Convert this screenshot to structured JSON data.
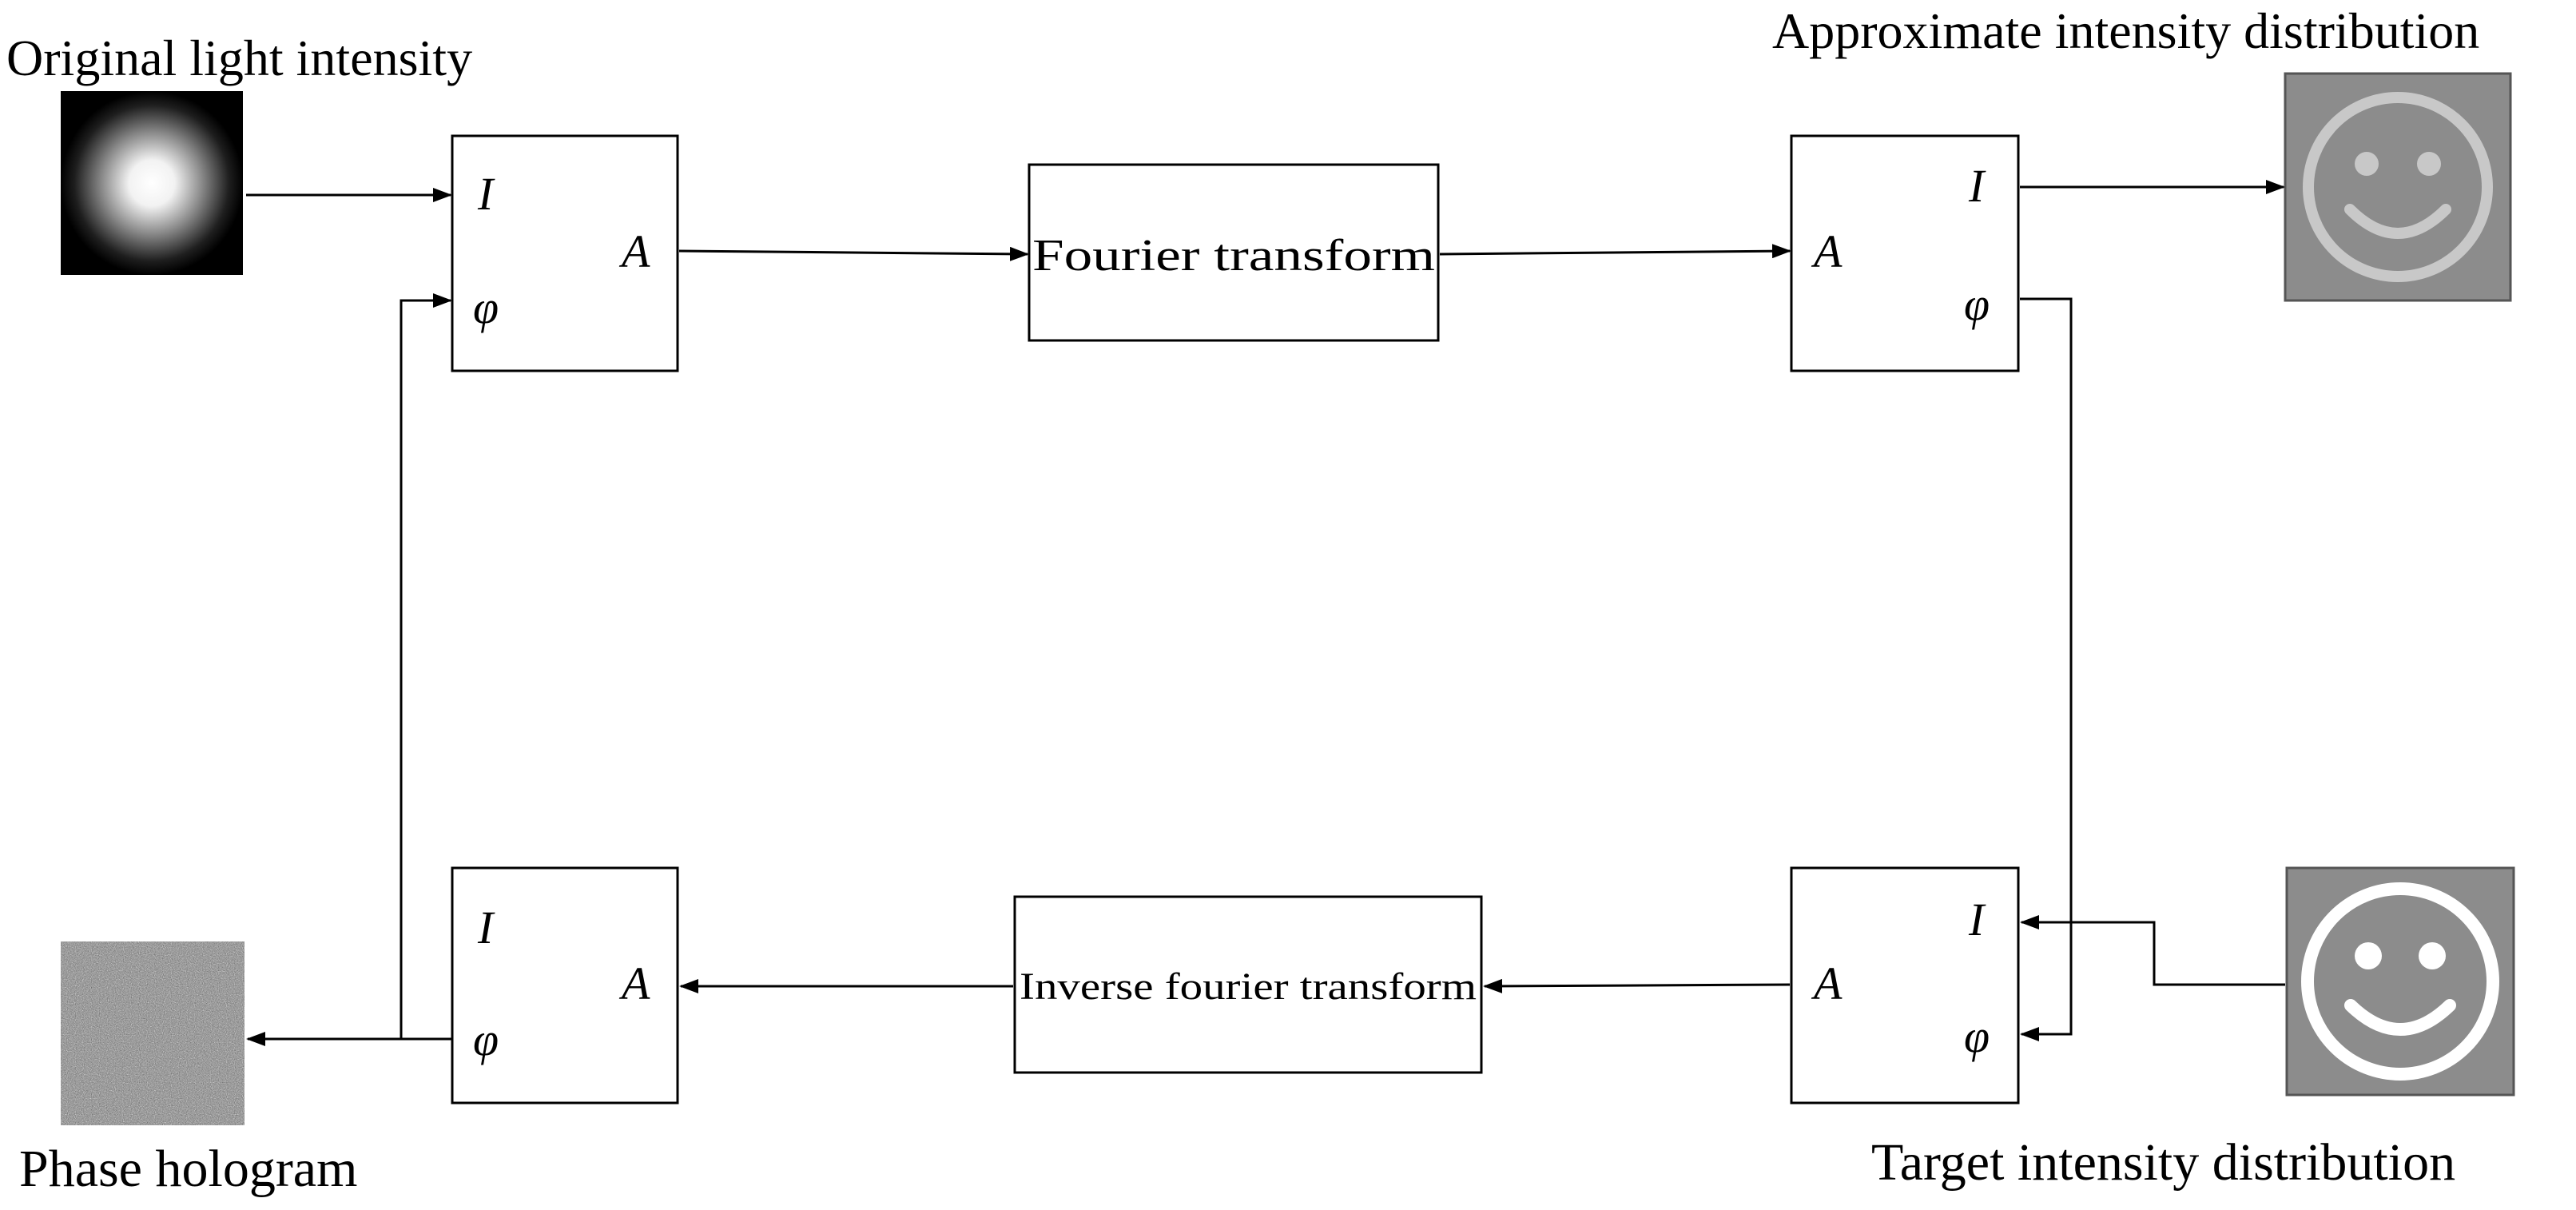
{
  "labels": {
    "original_light": "Original light intensity",
    "approximate": "Approximate intensity distribution",
    "phase_hologram": "Phase hologram",
    "target": "Target intensity distribution"
  },
  "process": {
    "fourier": "Fourier transform",
    "inverse_fourier": "Inverse fourier transform"
  },
  "symbols": {
    "intensity": "I",
    "phase": "φ",
    "amplitude": "A"
  },
  "images": {
    "original_light": "gaussian-beam-spot",
    "approximate": "smiley-face-gray",
    "target": "smiley-face-gray",
    "phase_hologram": "random-noise"
  },
  "colors": {
    "smiley_background": "#8c8c8c",
    "smiley_face_approx": "#c8c8c8",
    "smiley_face_target": "#ffffff"
  }
}
